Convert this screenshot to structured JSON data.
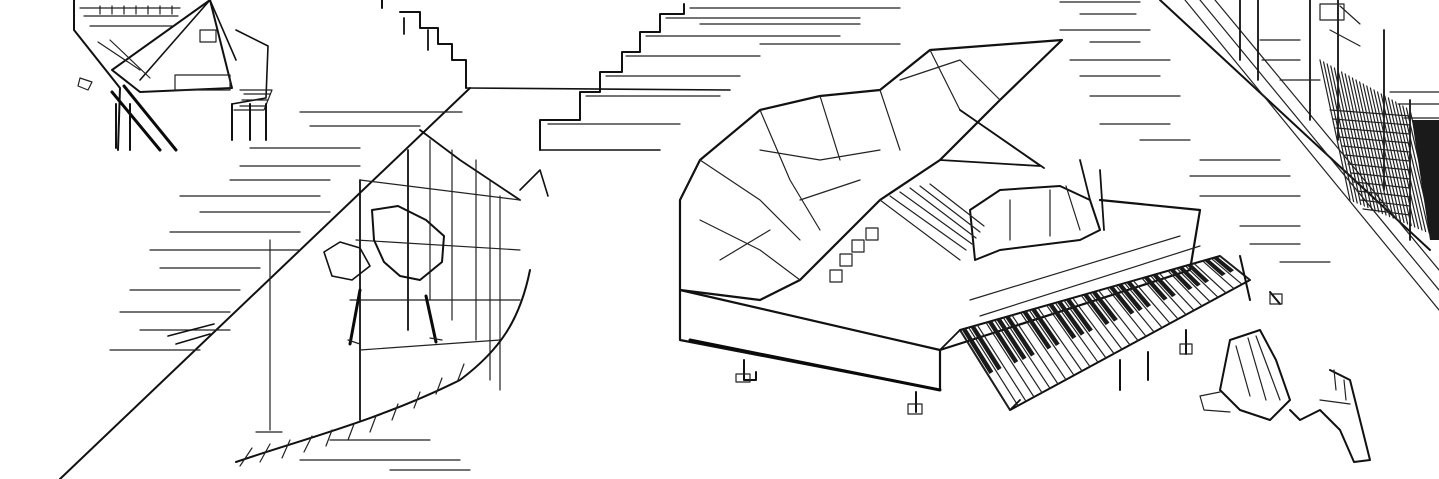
{
  "scene": {
    "background": "#ffffff",
    "ink": "#111111",
    "subject": "pen-sketch"
  },
  "elements": {
    "piano": {
      "keys_white": 30,
      "keys_black_pattern": [
        1,
        1,
        0,
        1,
        1,
        1,
        0
      ]
    },
    "stairs_left": {
      "steps": 6
    },
    "stairs_center": {
      "steps": 5
    },
    "hatching_right": {
      "lines": 26
    }
  }
}
